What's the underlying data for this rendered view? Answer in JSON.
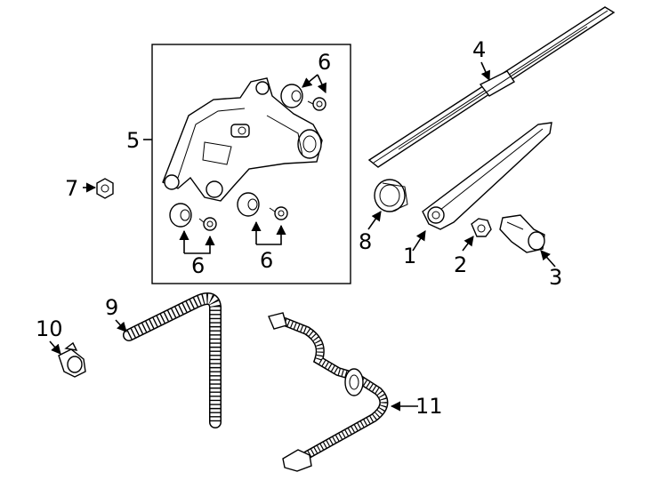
{
  "diagram": {
    "callouts": {
      "c1": "1",
      "c2": "2",
      "c3": "3",
      "c4": "4",
      "c5": "5",
      "c6a": "6",
      "c6b": "6",
      "c6c": "6",
      "c7": "7",
      "c8": "8",
      "c9": "9",
      "c10": "10",
      "c11": "11"
    }
  }
}
